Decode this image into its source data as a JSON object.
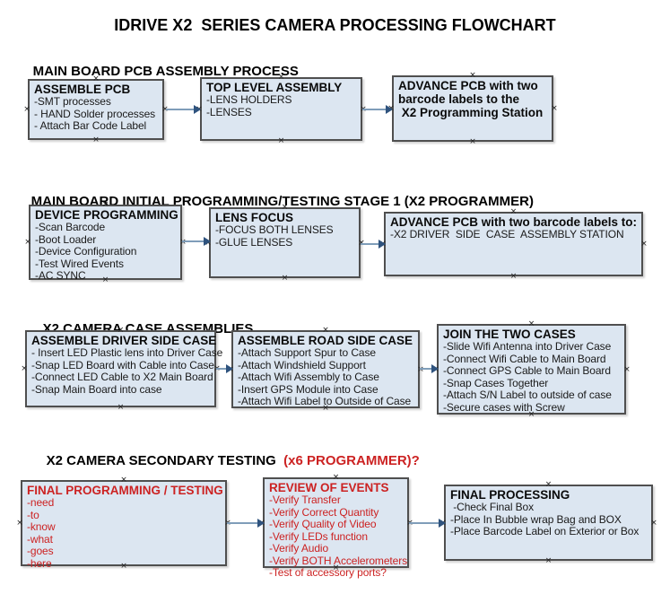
{
  "title": "IDRIVE X2  SERIES CAMERA PROCESSING FLOWCHART",
  "colors": {
    "box_fill": "#dce6f1",
    "box_border": "#4f4f4f",
    "arrow_line": "#7f9db9",
    "arrow_head": "#2f537e",
    "red": "#cc2222",
    "text": "#111111"
  },
  "icons": {
    "anchor": "×"
  },
  "sections": [
    {
      "heading": "MAIN BOARD PCB ASSEMBLY PROCESS",
      "boxes": [
        {
          "title": "ASSEMBLE PCB",
          "lines": [
            "-SMT processes",
            "- HAND Solder processes",
            "- Attach Bar Code Label"
          ]
        },
        {
          "title": "TOP LEVEL ASSEMBLY",
          "lines": [
            "-LENS HOLDERS",
            "-LENSES"
          ]
        },
        {
          "title": "ADVANCE PCB with two\nbarcode labels to the\n X2 Programming Station",
          "lines": []
        }
      ]
    },
    {
      "heading": "MAIN BOARD INITIAL PROGRAMMING/TESTING STAGE 1 (X2 PROGRAMMER)",
      "boxes": [
        {
          "title": "DEVICE PROGRAMMING",
          "lines": [
            "-Scan Barcode",
            "-Boot Loader",
            "-Device Configuration",
            "-Test Wired Events",
            "-AC SYNC"
          ]
        },
        {
          "title": "LENS FOCUS",
          "lines": [
            "-FOCUS BOTH LENSES",
            "-GLUE LENSES"
          ]
        },
        {
          "title": "ADVANCE PCB with two barcode labels to:",
          "lines": [
            "-X2 DRIVER  SIDE  CASE  ASSEMBLY STATION"
          ]
        }
      ]
    },
    {
      "heading": "X2 CAMERA CASE ASSEMBLIES",
      "boxes": [
        {
          "title": "ASSEMBLE DRIVER SIDE CASE",
          "lines": [
            "- Insert LED Plastic lens into Driver Case",
            "-Snap LED Board with Cable into Case",
            "-Connect LED Cable to X2 Main Board",
            "-Snap Main Board into case"
          ]
        },
        {
          "title": "ASSEMBLE ROAD SIDE CASE",
          "lines": [
            "-Attach Support Spur to Case",
            "-Attach Windshield Support",
            "-Attach Wifi Assembly to Case",
            "-Insert GPS Module into Case",
            "-Attach Wifi Label to Outside of Case"
          ]
        },
        {
          "title": "JOIN THE TWO CASES",
          "lines": [
            "-Slide Wifi Antenna into Driver Case",
            "-Connect Wifi Cable to Main Board",
            "-Connect GPS Cable to Main Board",
            "-Snap Cases Together",
            "-Attach S/N Label to outside of case",
            "-Secure cases with Screw"
          ]
        }
      ]
    },
    {
      "heading": "X2 CAMERA SECONDARY TESTING ",
      "heading_suffix": " (x6 PROGRAMMER)?",
      "boxes": [
        {
          "title": "FINAL PROGRAMMING / TESTING",
          "lines": [
            "-need",
            "-to",
            "-know",
            "-what",
            "-goes",
            "-here"
          ]
        },
        {
          "title": "REVIEW OF EVENTS",
          "lines": [
            "-Verify Transfer",
            "-Verify Correct Quantity",
            "-Verify Quality of Video",
            "-Verify LEDs function",
            "-Verify Audio",
            "-Verify BOTH Accelerometers",
            "-Test of accessory ports?"
          ]
        },
        {
          "title": "FINAL PROCESSING",
          "lines": [
            " -Check Final Box",
            "-Place In Bubble wrap Bag and BOX",
            "-Place Barcode Label on Exterior or Box"
          ]
        }
      ]
    }
  ]
}
